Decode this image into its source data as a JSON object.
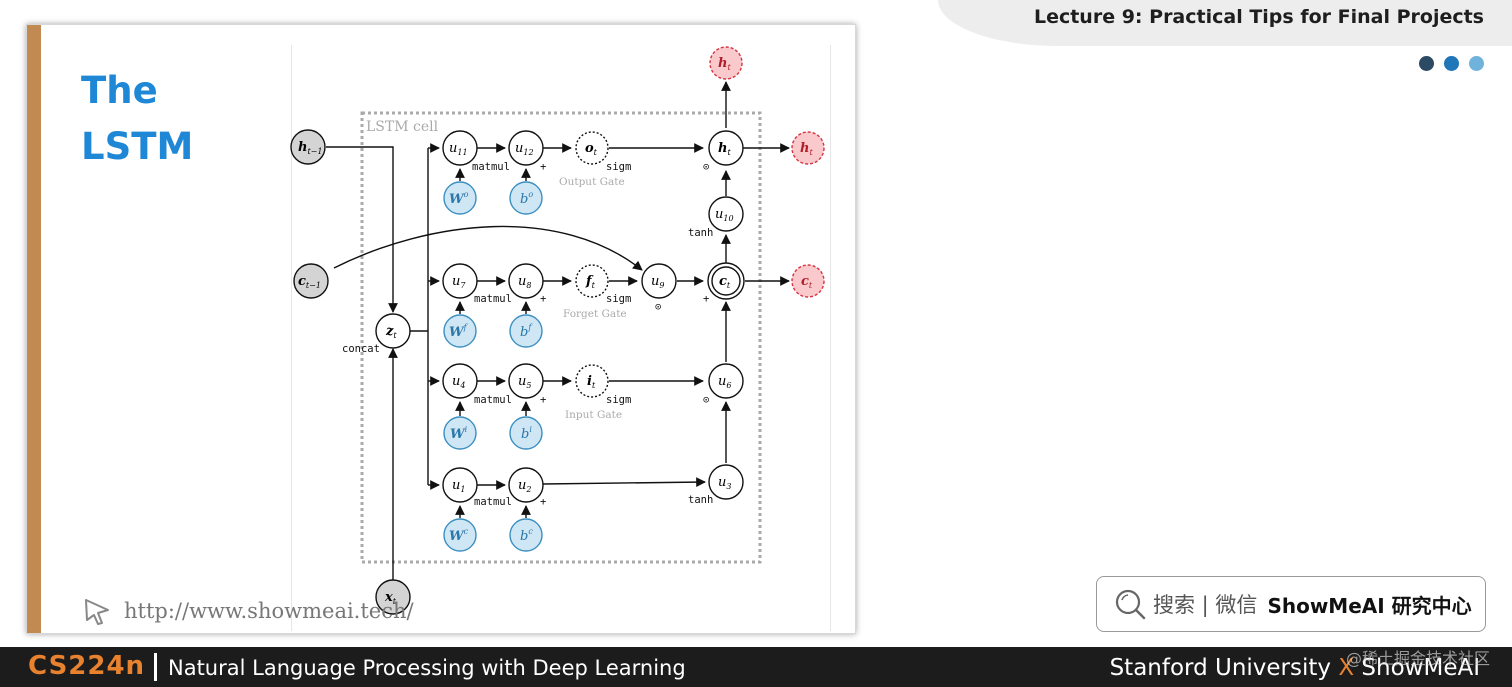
{
  "header": {
    "lecture_title": "Lecture 9: Practical Tips for Final Projects"
  },
  "slide": {
    "title_line1": "The",
    "title_line2": "LSTM",
    "url": "http://www.showmeai.tech/"
  },
  "diagram": {
    "cell_label": "LSTM cell",
    "nodes": {
      "h_prev": "h",
      "h_prev_sub": "t−1",
      "c_prev": "c",
      "c_prev_sub": "t−1",
      "z": "z",
      "z_sub": "t",
      "x": "x",
      "x_sub": "t",
      "u11": "u",
      "u11_sub": "11",
      "u12": "u",
      "u12_sub": "12",
      "o": "o",
      "o_sub": "t",
      "h": "h",
      "h_sub": "t",
      "h_out_top": "h",
      "h_out_top_sub": "t",
      "h_out_right": "h",
      "h_out_right_sub": "t",
      "u10": "u",
      "u10_sub": "10",
      "u7": "u",
      "u7_sub": "7",
      "u8": "u",
      "u8_sub": "8",
      "f": "f",
      "f_sub": "t",
      "u9": "u",
      "u9_sub": "9",
      "c": "c",
      "c_sub": "t",
      "c_out": "c",
      "c_out_sub": "t",
      "u4": "u",
      "u4_sub": "4",
      "u5": "u",
      "u5_sub": "5",
      "i": "i",
      "i_sub": "t",
      "u6": "u",
      "u6_sub": "6",
      "u1": "u",
      "u1_sub": "1",
      "u2": "u",
      "u2_sub": "2",
      "u3": "u",
      "u3_sub": "3",
      "Wo": "W",
      "Wo_sup": "o",
      "bo": "b",
      "bo_sup": "o",
      "Wf": "W",
      "Wf_sup": "f",
      "bf": "b",
      "bf_sup": "f",
      "Wi": "W",
      "Wi_sup": "i",
      "bi": "b",
      "bi_sup": "i",
      "Wc": "W",
      "Wc_sup": "c",
      "bc": "b",
      "bc_sup": "c"
    },
    "ops": {
      "matmul": "matmul",
      "plus": "+",
      "sigm": "sigm",
      "tanh": "tanh",
      "odot": "⊙",
      "concat": "concat"
    },
    "gates": {
      "output": "Output Gate",
      "forget": "Forget Gate",
      "input": "Input Gate"
    }
  },
  "search": {
    "text": "搜索 | 微信",
    "brand": "ShowMeAI 研究中心"
  },
  "footer": {
    "course_code": "CS224n",
    "course_name": "Natural Language Processing with Deep Learning",
    "university": "Stanford University",
    "x": "X",
    "brand": "ShowMeAI",
    "watermark": "@稀土掘金技术社区"
  },
  "colors": {
    "accent_blue": "#1e88d6",
    "accent_orange": "#e8822e",
    "slide_bar": "#c08a52",
    "param_fill": "#cfe6f5",
    "param_stroke": "#3a8fc0",
    "output_fill": "#f9c9cc",
    "output_stroke": "#d8323f",
    "input_fill": "#d4d4d4",
    "dot1": "#2c4a63",
    "dot2": "#1f76b8",
    "dot3": "#6fb3dc"
  }
}
